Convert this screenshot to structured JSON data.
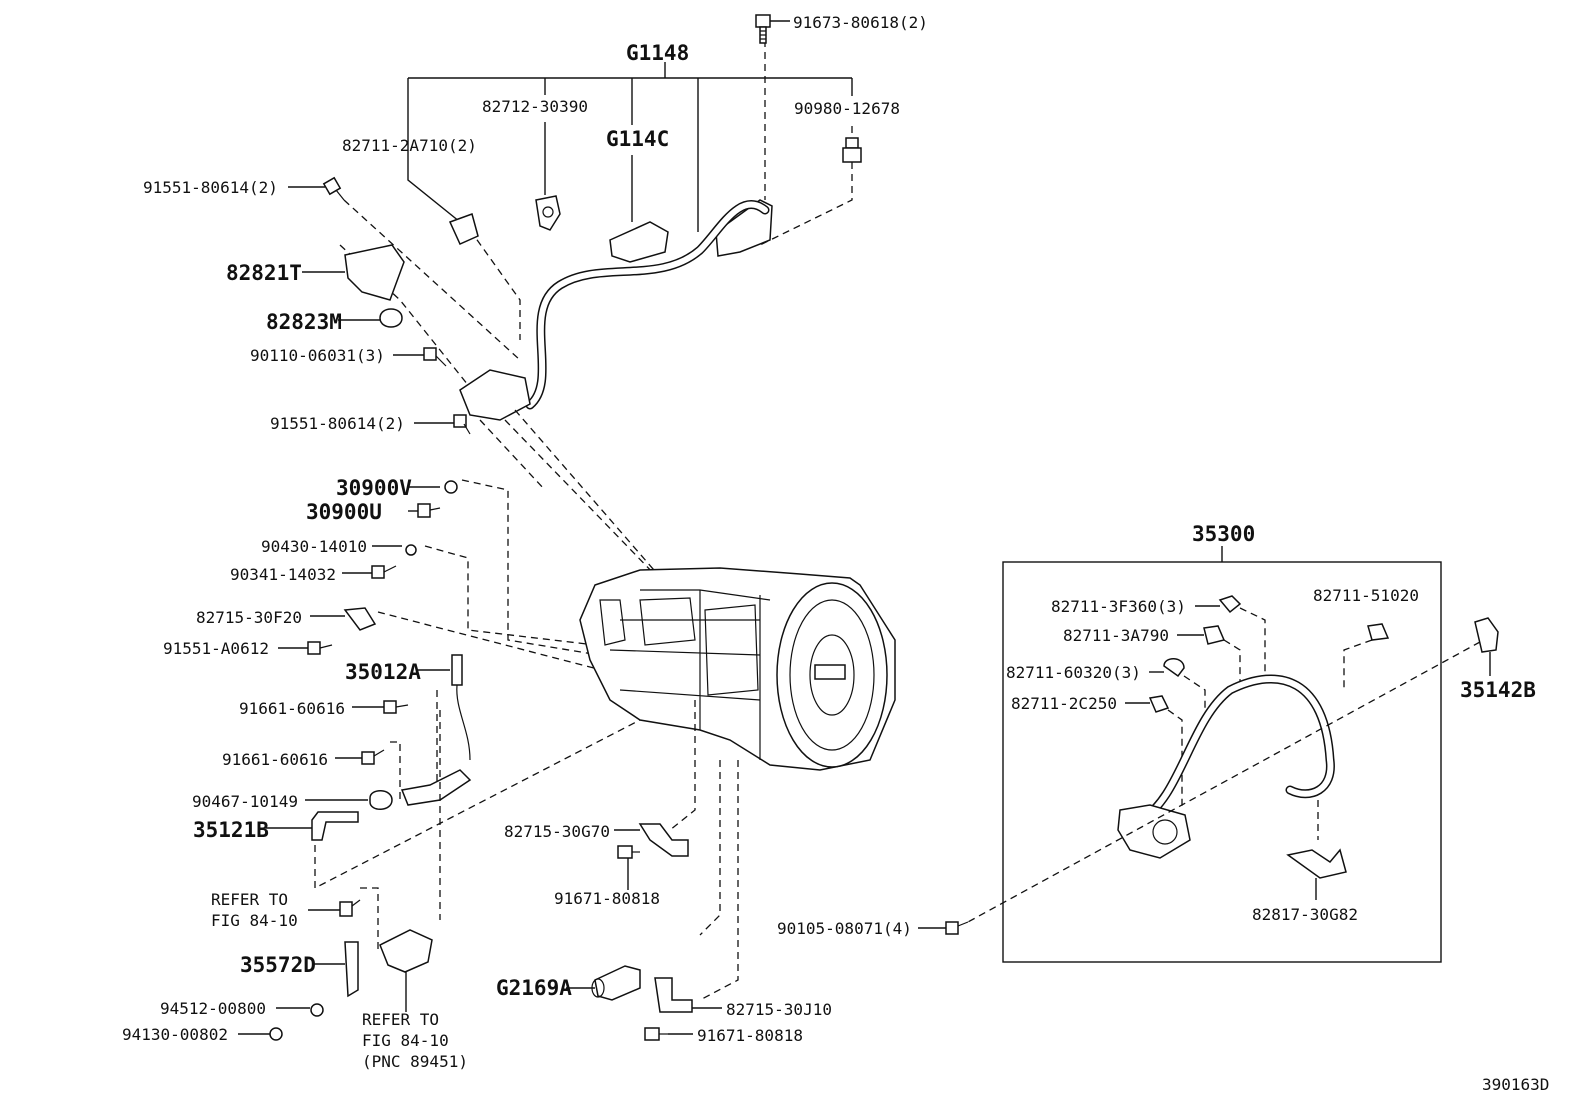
{
  "labels": {
    "g1148": "G1148",
    "p91673": "91673-80618(2)",
    "p82712": "82712-30390",
    "g114c": "G114C",
    "p90980": "90980-12678",
    "p82711_2a710": "82711-2A710(2)",
    "p91551_top": "91551-80614(2)",
    "p82821t": "82821T",
    "p82823m": "82823M",
    "p90110": "90110-06031(3)",
    "p91551_mid": "91551-80614(2)",
    "p30900v": "30900V",
    "p30900u": "30900U",
    "p90430": "90430-14010",
    "p90341": "90341-14032",
    "p82715_30f20": "82715-30F20",
    "p91551_a0612": "91551-A0612",
    "p35012a": "35012A",
    "p91661_a": "91661-60616",
    "p91661_b": "91661-60616",
    "p90467": "90467-10149",
    "p35121b": "35121B",
    "p82715_30g70": "82715-30G70",
    "p91671_a": "91671-80818",
    "refer1_a": "REFER TO",
    "refer1_b": "FIG 84-10",
    "p35572d": "35572D",
    "p94512": "94512-00800",
    "p94130": "94130-00802",
    "refer2_a": "REFER TO",
    "refer2_b": "FIG 84-10",
    "refer2_c": "(PNC 89451)",
    "g2169a": "G2169A",
    "p82715_30j10": "82715-30J10",
    "p91671_b": "91671-80818",
    "p35300": "35300",
    "p82711_3f360": "82711-3F360(3)",
    "p82711_51020": "82711-51020",
    "p82711_3a790": "82711-3A790",
    "p82711_60320": "82711-60320(3)",
    "p82711_2c250": "82711-2C250",
    "p35142b": "35142B",
    "p90105": "90105-08071(4)",
    "p82817": "82817-30G82",
    "diagram_code": "390163D"
  }
}
